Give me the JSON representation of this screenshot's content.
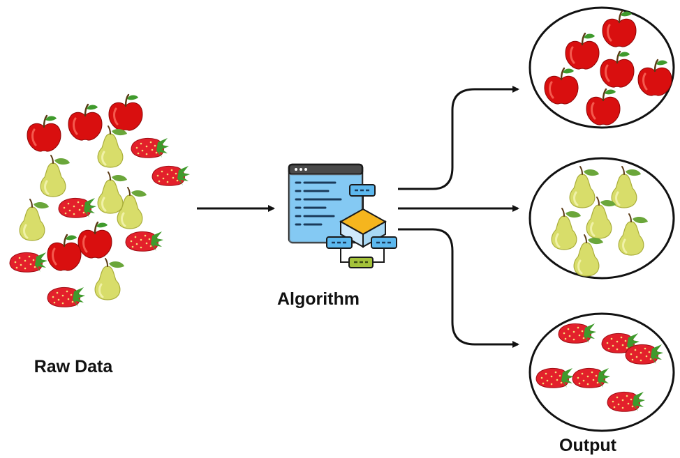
{
  "labels": {
    "raw_data": "Raw Data",
    "algorithm": "Algorithm",
    "output": "Output"
  },
  "colors": {
    "apple": "#d90f0f",
    "apple_dark": "#8e0505",
    "pear": "#d8dd6a",
    "pear_dark": "#a9ad3a",
    "strawberry": "#e3202b",
    "leaf": "#3f9a2c",
    "seed": "#f4e07a",
    "outline": "#111111",
    "icon_blue": "#5cb8ee",
    "icon_orange": "#f5b51e",
    "icon_green": "#a4c23a"
  },
  "icons": {
    "apple": "apple-icon",
    "pear": "pear-icon",
    "strawberry": "strawberry-icon",
    "algorithm": "algorithm-flowchart-icon",
    "arrow": "arrow-icon"
  }
}
